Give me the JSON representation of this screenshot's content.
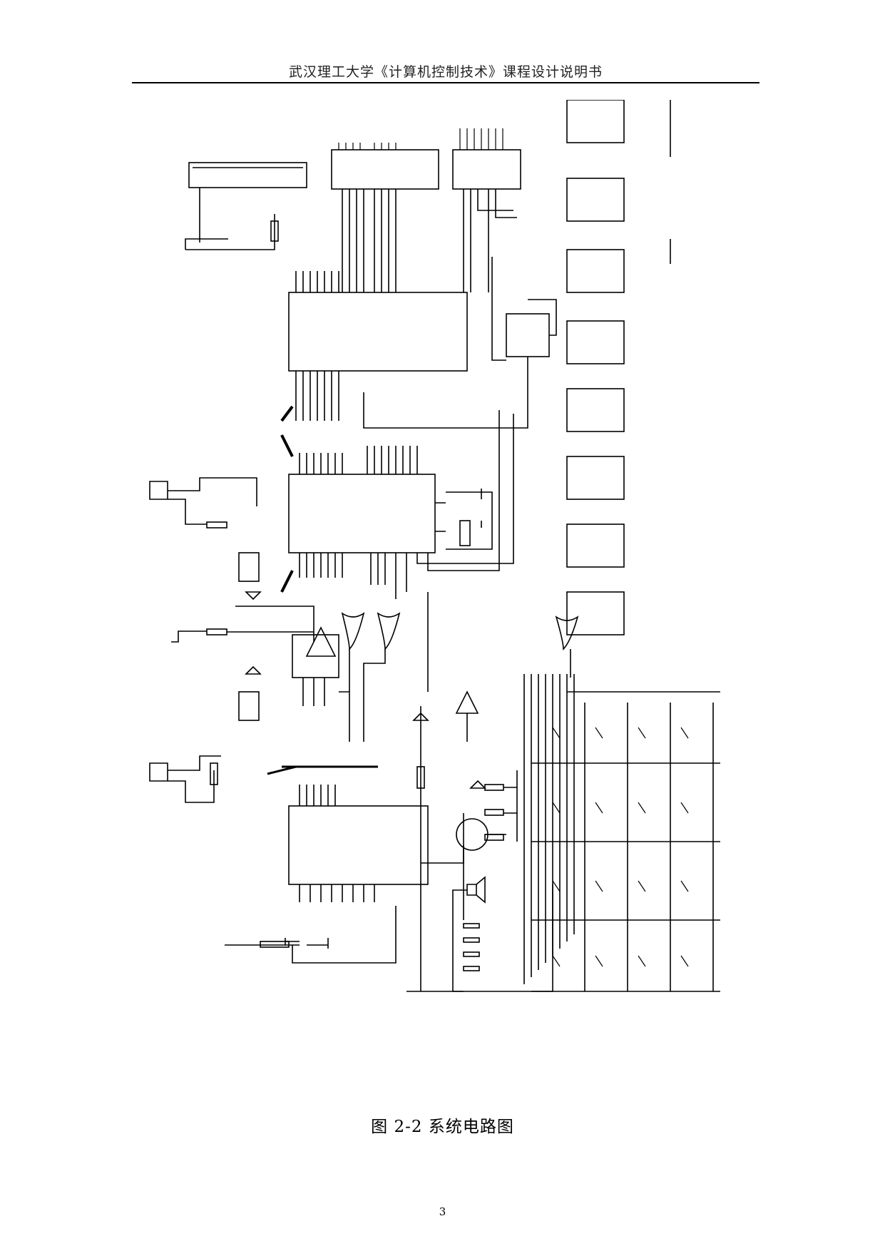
{
  "header": {
    "title": "武汉理工大学《计算机控制技术》课程设计说明书"
  },
  "figure": {
    "caption": "图 2-2  系统电路图"
  },
  "footer": {
    "page_number": "3"
  }
}
